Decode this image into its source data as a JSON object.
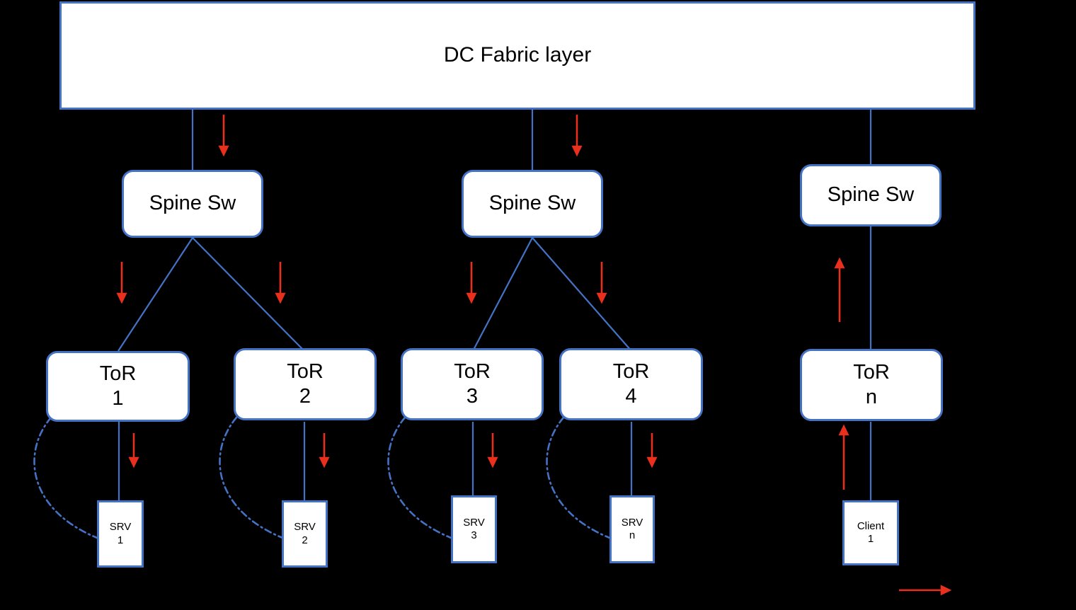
{
  "diagram": {
    "title": "DC Fabric layer diagram",
    "colors": {
      "background": "#000000",
      "node_border": "#4472C4",
      "node_fill": "#FFFFFF",
      "link_line": "#4472C4",
      "flow_arrow": "#E8301C",
      "label_text": "#000000"
    },
    "fabric": {
      "label": "DC Fabric layer"
    },
    "spines": [
      {
        "label": "Spine Sw"
      },
      {
        "label": "Spine Sw"
      },
      {
        "label": "Spine Sw"
      }
    ],
    "tors": [
      {
        "line1": "ToR",
        "line2": "1"
      },
      {
        "line1": "ToR",
        "line2": "2"
      },
      {
        "line1": "ToR",
        "line2": "3"
      },
      {
        "line1": "ToR",
        "line2": "4"
      },
      {
        "line1": "ToR",
        "line2": "n"
      }
    ],
    "servers": [
      {
        "line1": "SRV",
        "line2": "1"
      },
      {
        "line1": "SRV",
        "line2": "2"
      },
      {
        "line1": "SRV",
        "line2": "3"
      },
      {
        "line1": "SRV",
        "line2": "n"
      }
    ],
    "clients": [
      {
        "line1": "Client",
        "line2": "1"
      }
    ]
  }
}
